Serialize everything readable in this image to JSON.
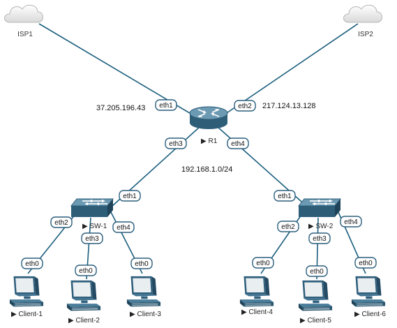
{
  "nodes": {
    "isp1": {
      "label": "ISP1"
    },
    "isp2": {
      "label": "ISP2"
    },
    "r1": {
      "label": "R1"
    },
    "sw1": {
      "label": "SW-1"
    },
    "sw2": {
      "label": "SW-2"
    },
    "client1": {
      "label": "Client-1"
    },
    "client2": {
      "label": "Client-2"
    },
    "client3": {
      "label": "Client-3"
    },
    "client4": {
      "label": "Client-4"
    },
    "client5": {
      "label": "Client-5"
    },
    "client6": {
      "label": "Client-6"
    }
  },
  "ports": {
    "r1_eth1": "eth1",
    "r1_eth2": "eth2",
    "r1_eth3": "eth3",
    "r1_eth4": "eth4",
    "sw1_eth1": "eth1",
    "sw1_eth2": "eth2",
    "sw1_eth3": "eth3",
    "sw1_eth4": "eth4",
    "sw2_eth1": "eth1",
    "sw2_eth2": "eth2",
    "sw2_eth3": "eth3",
    "sw2_eth4": "eth4",
    "c1_eth0": "eth0",
    "c2_eth0": "eth0",
    "c3_eth0": "eth0",
    "c4_eth0": "eth0",
    "c5_eth0": "eth0",
    "c6_eth0": "eth0"
  },
  "annotations": {
    "isp1_ip": "37.205.196.43",
    "isp2_ip": "217.124.13.128",
    "lan_subnet": "192.168.1.0/24"
  },
  "colors": {
    "link": "#1c5f7e",
    "device": "#3c6f8a",
    "port_stroke": "#2b5f7d",
    "cloud": "#e8e8e8"
  }
}
